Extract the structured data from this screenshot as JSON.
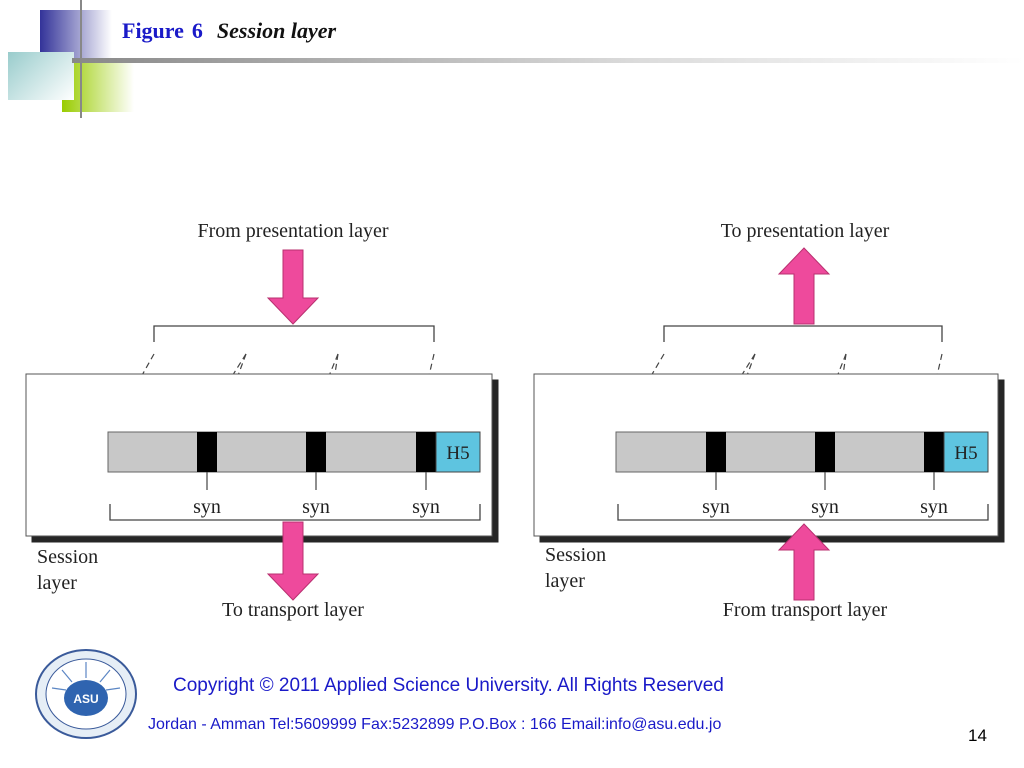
{
  "slide": {
    "figure_label": "Figure",
    "figure_number": "6",
    "title": "Session layer"
  },
  "left_panel": {
    "top_label": "From presentation layer",
    "bottom_label": "To transport layer",
    "layer_label_line1": "Session",
    "layer_label_line2": "layer",
    "header": "H5",
    "syn_labels": [
      "syn",
      "syn",
      "syn"
    ],
    "arrow_direction": "down"
  },
  "right_panel": {
    "top_label": "To presentation layer",
    "bottom_label": "From transport layer",
    "layer_label_line1": "Session",
    "layer_label_line2": "layer",
    "header": "H5",
    "syn_labels": [
      "syn",
      "syn",
      "syn"
    ],
    "arrow_direction": "up"
  },
  "footer": {
    "copyright": "Copyright  © 2011 Applied Science University. All Rights Reserved",
    "contact": "Jordan - Amman Tel:5609999 Fax:5232899 P.O.Box : 166   Email:info@asu.edu.jo",
    "page_number": "14",
    "logo_text": "ASU"
  },
  "colors": {
    "title": "#1a1ac8",
    "arrow": "#ee4a9c",
    "header_box": "#5ec4e0",
    "bar": "#c8c8c8",
    "accent_green": "#99cc00",
    "accent_navy": "#333399"
  }
}
